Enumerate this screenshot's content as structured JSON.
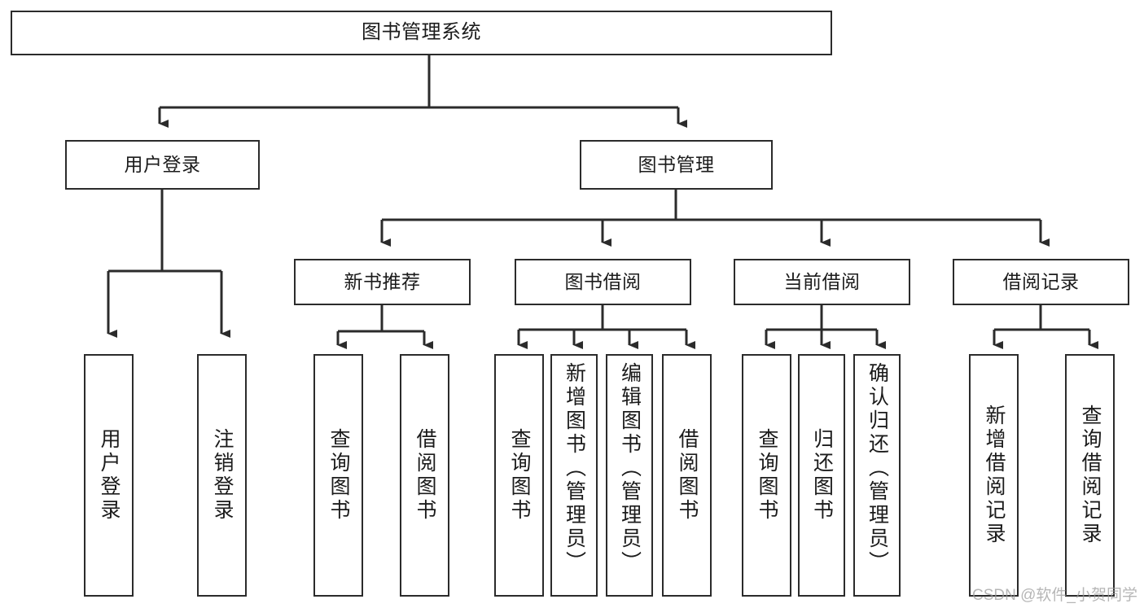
{
  "diagram": {
    "title": "图书管理系统",
    "type": "tree",
    "line_color": "#2b2b2b",
    "box_fill": "#ffffff",
    "text_color": "#1b1b1b"
  },
  "root": {
    "label": "图书管理系统"
  },
  "level2": [
    {
      "label": "用户登录"
    },
    {
      "label": "图书管理"
    }
  ],
  "level3": [
    {
      "label": "新书推荐"
    },
    {
      "label": "图书借阅"
    },
    {
      "label": "当前借阅"
    },
    {
      "label": "借阅记录"
    }
  ],
  "leaves": {
    "user_login": [
      {
        "label": "用户登录"
      },
      {
        "label": "注销登录"
      }
    ],
    "new_book": [
      {
        "label": "查询图书"
      },
      {
        "label": "借阅图书"
      }
    ],
    "book_borrow": [
      {
        "label": "查询图书"
      },
      {
        "label": "新增图书（管理员）"
      },
      {
        "label": "编辑图书（管理员）"
      },
      {
        "label": "借阅图书"
      }
    ],
    "current_borrow": [
      {
        "label": "查询图书"
      },
      {
        "label": "归还图书"
      },
      {
        "label": "确认归还（管理员）"
      }
    ],
    "borrow_record": [
      {
        "label": "新增借阅记录"
      },
      {
        "label": "查询借阅记录"
      }
    ]
  },
  "watermark": {
    "text": "CSDN @软件_小贺同学"
  }
}
